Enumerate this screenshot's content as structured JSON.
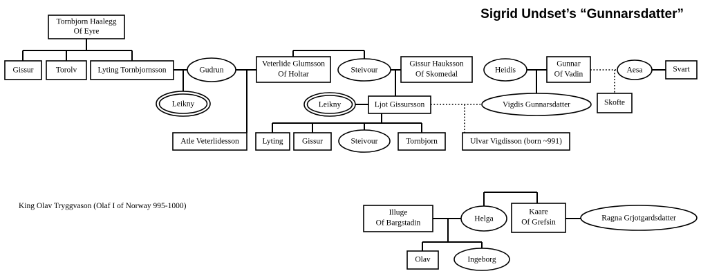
{
  "title": "Sigrid Undset’s “Gunnarsdatter”",
  "note": "King Olav Tryggvason (Olaf I of Norway 995-1000)",
  "colors": {
    "line": "#000000",
    "node_fill": "#ffffff",
    "text": "#000000"
  },
  "nodes": {
    "tornbjorn_haalegg": {
      "line1": "Tornbjorn Haalegg",
      "line2": "Of Eyre"
    },
    "gissur_1": {
      "line1": "Gissur"
    },
    "torolv": {
      "line1": "Torolv"
    },
    "lyting_tornbjornsson": {
      "line1": "Lyting Tornbjornsson"
    },
    "gudrun": {
      "line1": "Gudrun"
    },
    "leikny_1": {
      "line1": "Leikny"
    },
    "veterlide_glumsson": {
      "line1": "Veterlide Glumsson",
      "line2": "Of Holtar"
    },
    "steivour_1": {
      "line1": "Steivour"
    },
    "gissur_hauksson": {
      "line1": "Gissur Hauksson",
      "line2": "Of Skomedal"
    },
    "leikny_2": {
      "line1": "Leikny"
    },
    "ljot_gissursson": {
      "line1": "Ljot Gissursson"
    },
    "atle_veterlidesson": {
      "line1": "Atle Veterlidesson"
    },
    "lyting_child": {
      "line1": "Lyting"
    },
    "gissur_child": {
      "line1": "Gissur"
    },
    "steivour_child": {
      "line1": "Steivour"
    },
    "tornbjorn_child": {
      "line1": "Tornbjorn"
    },
    "heidis": {
      "line1": "Heidis"
    },
    "gunnar_of_vadin": {
      "line1": "Gunnar",
      "line2": "Of Vadin"
    },
    "aesa": {
      "line1": "Aesa"
    },
    "svart": {
      "line1": "Svart"
    },
    "vigdis_gunnarsdatter": {
      "line1": "Vigdis Gunnarsdatter"
    },
    "skofte": {
      "line1": "Skofte"
    },
    "ulvar_vigdisson": {
      "line1": "Ulvar Vigdisson (born ~991)"
    },
    "illuge_of_bargstadin": {
      "line1": "Illuge",
      "line2": "Of Bargstadin"
    },
    "helga": {
      "line1": "Helga"
    },
    "kaare_of_grefsin": {
      "line1": "Kaare",
      "line2": "Of Grefsin"
    },
    "ragna_grjotgardsdatter": {
      "line1": "Ragna Grjotgardsdatter"
    },
    "olav": {
      "line1": "Olav"
    },
    "ingeborg": {
      "line1": "Ingeborg"
    }
  }
}
